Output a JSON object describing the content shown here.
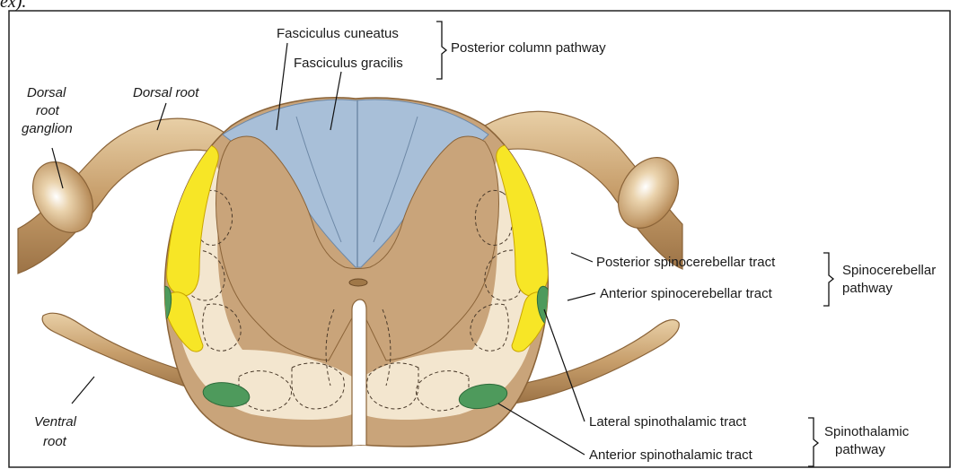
{
  "top_fragment": "ex).",
  "labels": {
    "fasciculus_cuneatus": "Fasciculus cuneatus",
    "fasciculus_gracilis": "Fasciculus gracilis",
    "posterior_column_pathway": "Posterior column pathway",
    "dorsal_root_ganglion": [
      "Dorsal",
      "root",
      "ganglion"
    ],
    "dorsal_root": "Dorsal root",
    "posterior_spinocerebellar_tract": "Posterior spinocerebellar tract",
    "anterior_spinocerebellar_tract": "Anterior spinocerebellar tract",
    "spinocerebellar_pathway": [
      "Spinocerebellar",
      "pathway"
    ],
    "ventral_root": [
      "Ventral",
      "root"
    ],
    "lateral_spinothalamic_tract": "Lateral spinothalamic tract",
    "anterior_spinothalamic_tract": "Anterior spinothalamic tract",
    "spinothalamic_pathway": [
      "Spinothalamic",
      "pathway"
    ]
  },
  "colors": {
    "white_matter": "#c9a47a",
    "white_matter_stroke": "#8a6338",
    "gray_matter": "#f1e4cd",
    "dorsal_column": "#a8bfd8",
    "spinocerebellar": "#f7e626",
    "spinothalamic": "#4e9a5c",
    "root": "#c39a67"
  }
}
